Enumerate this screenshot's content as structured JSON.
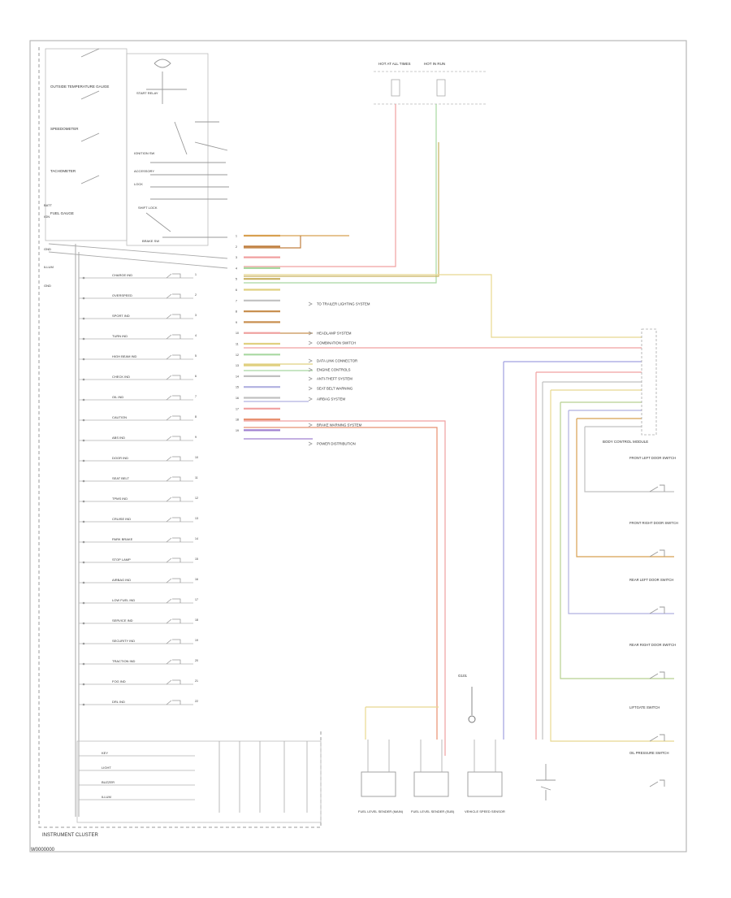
{
  "diagram": {
    "frame_label": "INSTRUMENT CLUSTER",
    "footer_code": "W0000000",
    "gauges": [
      "OUTSIDE TEMPERATURE GAUGE",
      "SPEEDOMETER",
      "TACHOMETER",
      "FUEL GAUGE"
    ],
    "cluster_row_labels": [
      "CHARGE IND",
      "OVERSPEED",
      "SPORT IND",
      "TURN IND",
      "HIGH BEAM IND",
      "CHECK IND",
      "OIL IND",
      "CAUTION",
      "ABS IND",
      "DOOR IND",
      "SEAT BELT",
      "TPMS IND",
      "CRUISE IND",
      "PARK BRAKE",
      "STOP LAMP",
      "AIRBAG IND",
      "LOW FUEL IND",
      "SERVICE IND",
      "SECURITY IND",
      "TRACTION IND",
      "FOG IND",
      "DRL IND"
    ],
    "lower_group_labels": [
      "KEY",
      "LIGHT",
      "BUZZER",
      "ILLUM"
    ],
    "cluster_connector_pins": [
      "1",
      "2",
      "3",
      "4",
      "5",
      "6",
      "7",
      "8",
      "9",
      "10",
      "11",
      "12",
      "13",
      "14",
      "15",
      "16",
      "17",
      "18",
      "19",
      "20",
      "21",
      "22"
    ],
    "wire_notes": [
      "TO TRAILER LIGHTING SYSTEM",
      "HEADLAMP SYSTEM",
      "COMBINATION SWITCH",
      "DATA LINK CONNECTOR",
      "ENGINE CONTROLS",
      "ANTI-THEFT SYSTEM",
      "SEAT BELT WARNING",
      "AIRBAG SYSTEM",
      "BRAKE WARNING SYSTEM",
      "POWER DISTRIBUTION"
    ],
    "fuse_labels": [
      "HOT AT ALL TIMES",
      "HOT IN RUN"
    ],
    "right_module_label": "BODY CONTROL MODULE",
    "right_switch_labels": [
      "FRONT LEFT DOOR SWITCH",
      "FRONT RIGHT DOOR SWITCH",
      "REAR LEFT DOOR SWITCH",
      "REAR RIGHT DOOR SWITCH",
      "LIFTGATE SWITCH",
      "OIL PRESSURE SWITCH"
    ],
    "bottom_sensor_labels": [
      "FUEL LEVEL SENDER (MAIN)",
      "FUEL LEVEL SENDER (SUB)",
      "VEHICLE SPEED SENSOR"
    ],
    "ground_label": "G101"
  }
}
